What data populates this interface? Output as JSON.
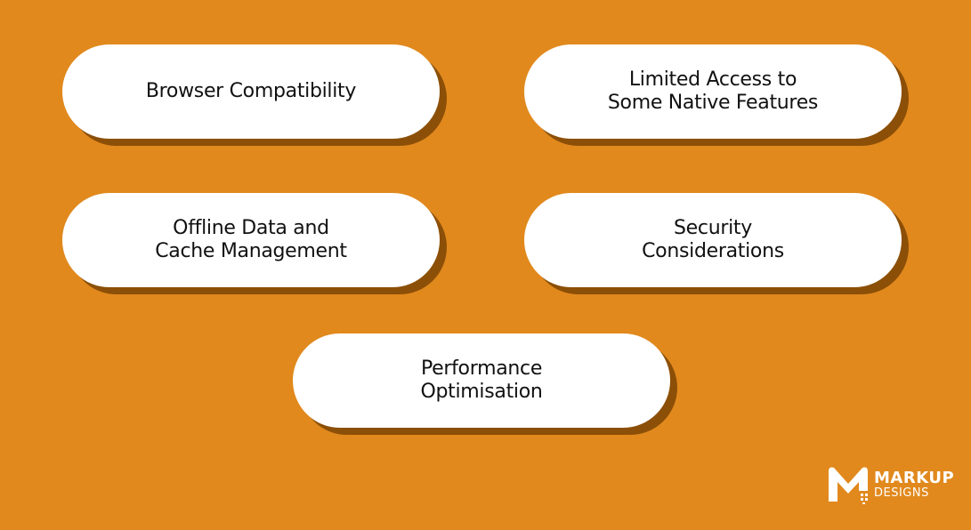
{
  "theme": {
    "background": "#e1891d",
    "card_fill": "#ffffff",
    "card_shadow": "#8c4f07",
    "text": "#111111"
  },
  "cards": [
    {
      "label": "Browser Compatibility"
    },
    {
      "label": "Limited Access to\nSome Native Features"
    },
    {
      "label": "Offline Data and\nCache Management"
    },
    {
      "label": "Security\nConsiderations"
    },
    {
      "label": "Performance\nOptimisation"
    }
  ],
  "logo": {
    "line1": "MARKUP",
    "line2": "DESIGNS",
    "mark_icon": "m-letter-logo-icon"
  }
}
